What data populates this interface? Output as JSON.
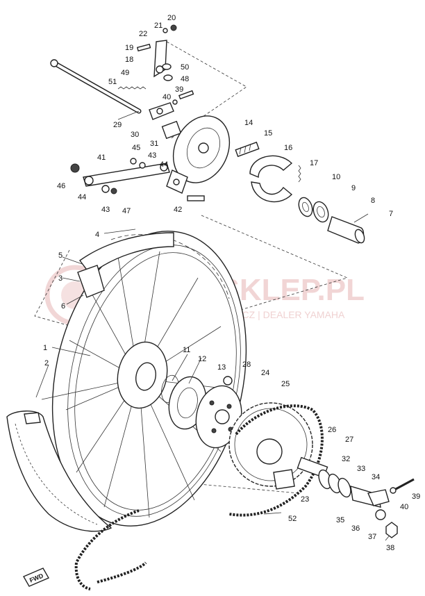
{
  "watermark": {
    "brand": "YAMASKLEP.PL",
    "tagline": "WOJTEK SZYMANOWICZ | DEALER YAMAHA",
    "color": "#e6b4b4"
  },
  "direction_marker": "FWD",
  "callouts": [
    {
      "id": "c-20",
      "text": "20"
    },
    {
      "id": "c-21",
      "text": "21"
    },
    {
      "id": "c-22",
      "text": "22"
    },
    {
      "id": "c-19",
      "text": "19"
    },
    {
      "id": "c-18",
      "text": "18"
    },
    {
      "id": "c-50",
      "text": "50"
    },
    {
      "id": "c-49",
      "text": "49"
    },
    {
      "id": "c-48",
      "text": "48"
    },
    {
      "id": "c-51",
      "text": "51"
    },
    {
      "id": "c-40a",
      "text": "40"
    },
    {
      "id": "c-39a",
      "text": "39"
    },
    {
      "id": "c-29",
      "text": "29"
    },
    {
      "id": "c-30",
      "text": "30"
    },
    {
      "id": "c-14",
      "text": "14"
    },
    {
      "id": "c-15",
      "text": "15"
    },
    {
      "id": "c-31",
      "text": "31"
    },
    {
      "id": "c-16",
      "text": "16"
    },
    {
      "id": "c-45",
      "text": "45"
    },
    {
      "id": "c-43a",
      "text": "43"
    },
    {
      "id": "c-41",
      "text": "41"
    },
    {
      "id": "c-44a",
      "text": "44"
    },
    {
      "id": "c-17",
      "text": "17"
    },
    {
      "id": "c-46",
      "text": "46"
    },
    {
      "id": "c-10",
      "text": "10"
    },
    {
      "id": "c-9",
      "text": "9"
    },
    {
      "id": "c-44b",
      "text": "44"
    },
    {
      "id": "c-43b",
      "text": "43"
    },
    {
      "id": "c-47",
      "text": "47"
    },
    {
      "id": "c-8",
      "text": "8"
    },
    {
      "id": "c-42",
      "text": "42"
    },
    {
      "id": "c-7",
      "text": "7"
    },
    {
      "id": "c-4",
      "text": "4"
    },
    {
      "id": "c-5",
      "text": "5"
    },
    {
      "id": "c-3",
      "text": "3"
    },
    {
      "id": "c-6",
      "text": "6"
    },
    {
      "id": "c-1",
      "text": "1"
    },
    {
      "id": "c-11",
      "text": "11"
    },
    {
      "id": "c-12",
      "text": "12"
    },
    {
      "id": "c-2",
      "text": "2"
    },
    {
      "id": "c-13",
      "text": "13"
    },
    {
      "id": "c-28",
      "text": "28"
    },
    {
      "id": "c-24",
      "text": "24"
    },
    {
      "id": "c-25",
      "text": "25"
    },
    {
      "id": "c-26",
      "text": "26"
    },
    {
      "id": "c-27",
      "text": "27"
    },
    {
      "id": "c-32",
      "text": "32"
    },
    {
      "id": "c-33",
      "text": "33"
    },
    {
      "id": "c-34",
      "text": "34"
    },
    {
      "id": "c-23",
      "text": "23"
    },
    {
      "id": "c-39b",
      "text": "39"
    },
    {
      "id": "c-40b",
      "text": "40"
    },
    {
      "id": "c-35",
      "text": "35"
    },
    {
      "id": "c-36",
      "text": "36"
    },
    {
      "id": "c-37",
      "text": "37"
    },
    {
      "id": "c-52",
      "text": "52"
    },
    {
      "id": "c-38",
      "text": "38"
    }
  ]
}
